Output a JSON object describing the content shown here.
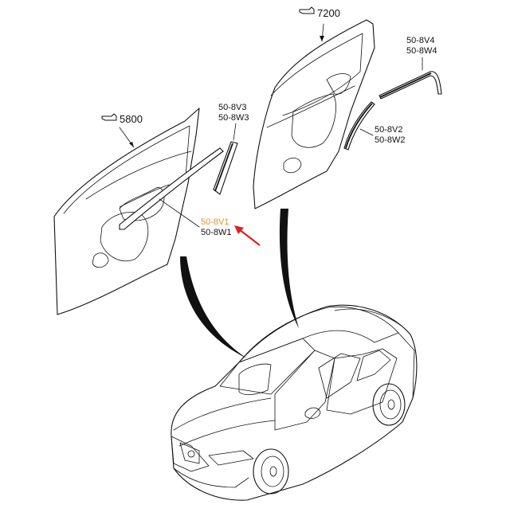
{
  "callouts": {
    "front_door_ref": "5800",
    "rear_door_ref": "7200",
    "front_rear_moulding": [
      "50-8V3",
      "50-8W3"
    ],
    "rear_top_moulding": [
      "50-8V4",
      "50-8W4"
    ],
    "rear_belt_moulding": [
      "50-8V2",
      "50-8W2"
    ],
    "front_belt_moulding": [
      "50-8V1",
      "50-8W1"
    ]
  },
  "highlight": {
    "part": "50-8V1",
    "text_color": "#e8902e",
    "arrow_color": "#e02020"
  }
}
